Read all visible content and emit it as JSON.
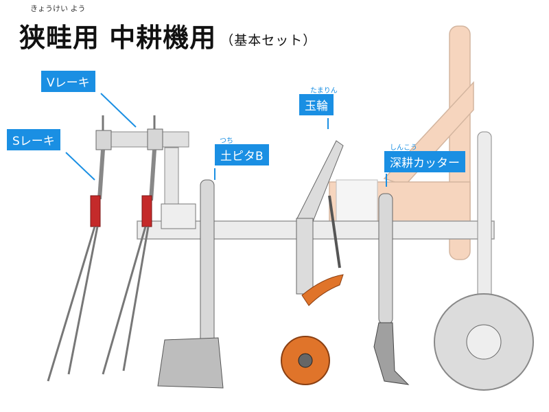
{
  "title": {
    "ruby": "きょうけい よう",
    "text": "狭畦用 中耕機用",
    "subtitle": "（基本セット）"
  },
  "labels": {
    "v_rake": {
      "text": "Vレーキ"
    },
    "s_rake": {
      "text": "Sレーキ"
    },
    "tsuchi_pita": {
      "ruby": "つち",
      "text": "土ピタB"
    },
    "tamarin": {
      "ruby": "たまりん",
      "text": "玉輪"
    },
    "shinkou_cutter": {
      "ruby": "しんこう",
      "text": "深耕カッター"
    }
  },
  "colors": {
    "label_bg": "#1a8fe3",
    "frame": "#d9d9d9",
    "orange": "#e0742a",
    "pale_orange": "#f5c9a8",
    "red": "#c42a2a"
  }
}
